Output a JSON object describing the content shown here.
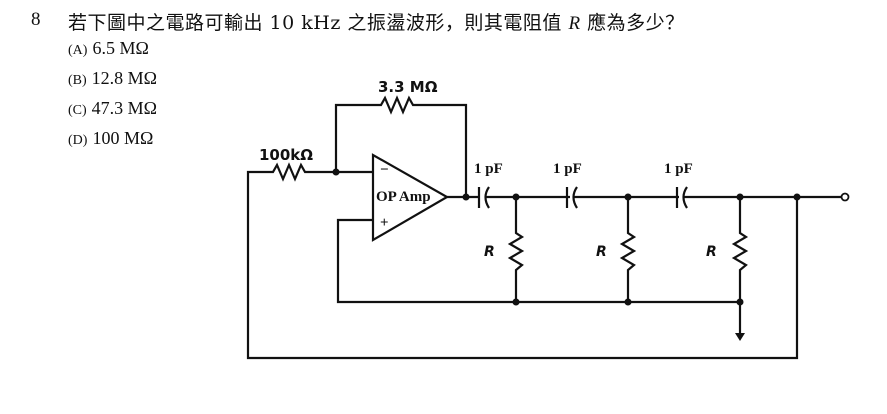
{
  "question": {
    "number": "8",
    "text_before": "若下圖中之電路可輸出 10 kHz 之振盪波形，則其電阻值 ",
    "variable": "R",
    "text_after": " 應為多少？"
  },
  "options": [
    {
      "label": "(A)",
      "value": "6.5 MΩ"
    },
    {
      "label": "(B)",
      "value": "12.8 MΩ"
    },
    {
      "label": "(C)",
      "value": "47.3 MΩ"
    },
    {
      "label": "(D)",
      "value": "100 MΩ"
    }
  ],
  "circuit": {
    "input_resistor": "100kΩ",
    "feedback_resistor": "3.3 MΩ",
    "opamp_label": "OP Amp",
    "opamp_minus": "−",
    "opamp_plus": "+",
    "capacitors": [
      "1 pF",
      "1 pF",
      "1 pF"
    ],
    "shunt_resistors": [
      "R",
      "R",
      "R"
    ]
  }
}
